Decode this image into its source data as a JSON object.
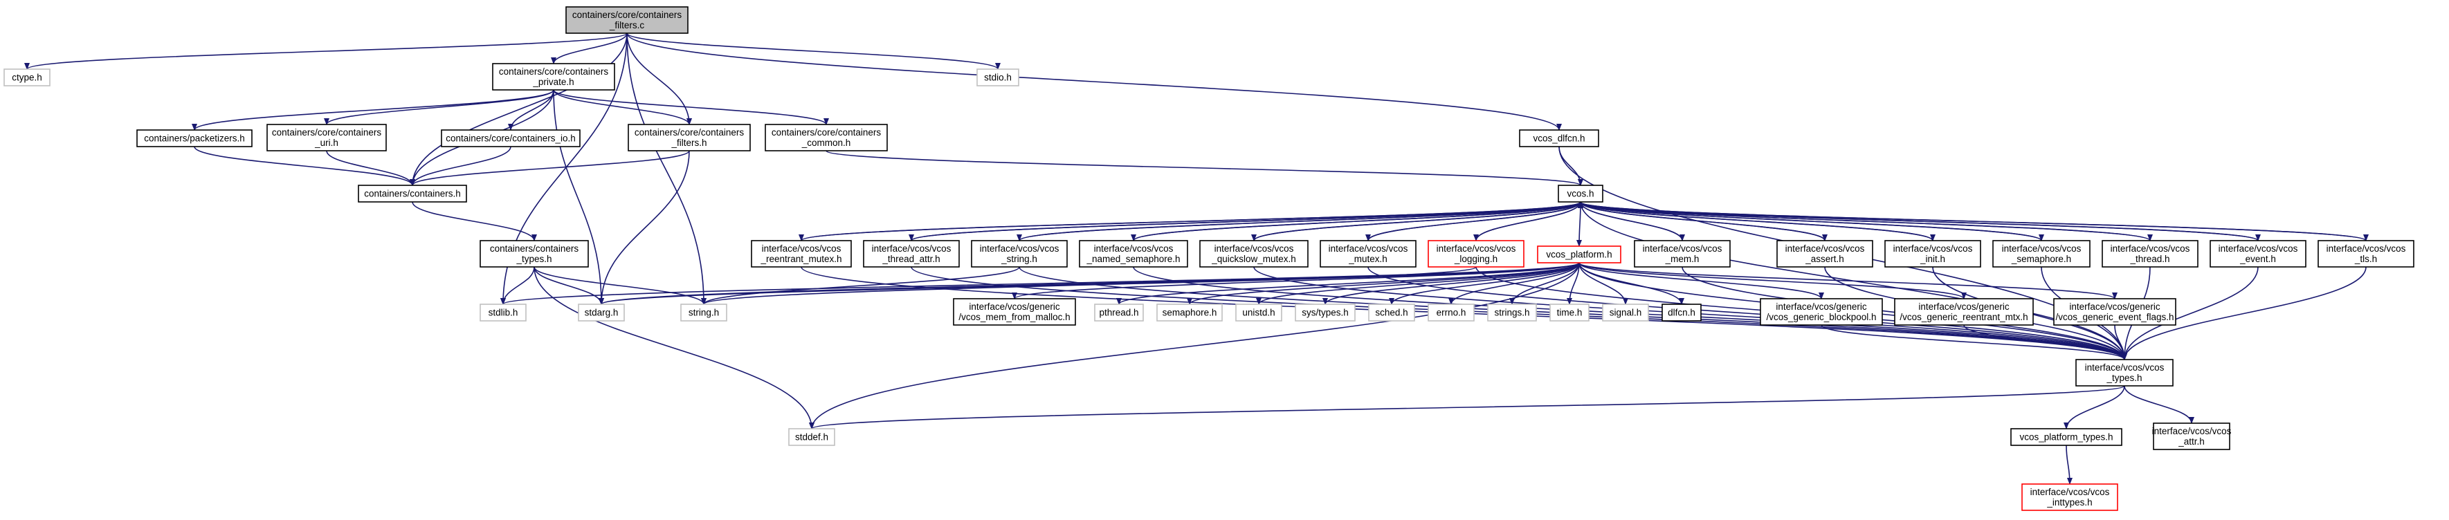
{
  "diagram": {
    "nodes": [
      {
        "id": "root",
        "lines": [
          "containers/core/containers",
          "_filters.c"
        ],
        "style": "root"
      },
      {
        "id": "ctype",
        "lines": [
          "ctype.h"
        ],
        "style": "ext"
      },
      {
        "id": "priv",
        "lines": [
          "containers/core/containers",
          "_private.h"
        ],
        "style": "normal"
      },
      {
        "id": "stdio",
        "lines": [
          "stdio.h"
        ],
        "style": "ext"
      },
      {
        "id": "pack",
        "lines": [
          "containers/packetizers.h"
        ],
        "style": "normal"
      },
      {
        "id": "uri",
        "lines": [
          "containers/core/containers",
          "_uri.h"
        ],
        "style": "normal"
      },
      {
        "id": "io",
        "lines": [
          "containers/core/containers_io.h"
        ],
        "style": "normal"
      },
      {
        "id": "filt",
        "lines": [
          "containers/core/containers",
          "_filters.h"
        ],
        "style": "normal"
      },
      {
        "id": "common",
        "lines": [
          "containers/core/containers",
          "_common.h"
        ],
        "style": "normal"
      },
      {
        "id": "dlfcn_h",
        "lines": [
          "vcos_dlfcn.h"
        ],
        "style": "normal"
      },
      {
        "id": "cont",
        "lines": [
          "containers/containers.h"
        ],
        "style": "normal"
      },
      {
        "id": "vcos",
        "lines": [
          "vcos.h"
        ],
        "style": "normal"
      },
      {
        "id": "ctypes",
        "lines": [
          "containers/containers",
          "_types.h"
        ],
        "style": "normal"
      },
      {
        "id": "reent",
        "lines": [
          "interface/vcos/vcos",
          "_reentrant_mutex.h"
        ],
        "style": "normal"
      },
      {
        "id": "thrattr",
        "lines": [
          "interface/vcos/vcos",
          "_thread_attr.h"
        ],
        "style": "normal"
      },
      {
        "id": "vstring",
        "lines": [
          "interface/vcos/vcos",
          "_string.h"
        ],
        "style": "normal"
      },
      {
        "id": "named",
        "lines": [
          "interface/vcos/vcos",
          "_named_semaphore.h"
        ],
        "style": "normal"
      },
      {
        "id": "quick",
        "lines": [
          "interface/vcos/vcos",
          "_quickslow_mutex.h"
        ],
        "style": "normal"
      },
      {
        "id": "vmutex",
        "lines": [
          "interface/vcos/vcos",
          "_mutex.h"
        ],
        "style": "normal"
      },
      {
        "id": "logging",
        "lines": [
          "interface/vcos/vcos",
          "_logging.h"
        ],
        "style": "red"
      },
      {
        "id": "platform",
        "lines": [
          "vcos_platform.h"
        ],
        "style": "red"
      },
      {
        "id": "vmem",
        "lines": [
          "interface/vcos/vcos",
          "_mem.h"
        ],
        "style": "normal"
      },
      {
        "id": "vassert",
        "lines": [
          "interface/vcos/vcos",
          "_assert.h"
        ],
        "style": "normal"
      },
      {
        "id": "vinit",
        "lines": [
          "interface/vcos/vcos",
          "_init.h"
        ],
        "style": "normal"
      },
      {
        "id": "vsem",
        "lines": [
          "interface/vcos/vcos",
          "_semaphore.h"
        ],
        "style": "normal"
      },
      {
        "id": "vthread",
        "lines": [
          "interface/vcos/vcos",
          "_thread.h"
        ],
        "style": "normal"
      },
      {
        "id": "vevent",
        "lines": [
          "interface/vcos/vcos",
          "_event.h"
        ],
        "style": "normal"
      },
      {
        "id": "vtls",
        "lines": [
          "interface/vcos/vcos",
          "_tls.h"
        ],
        "style": "normal"
      },
      {
        "id": "stdlib",
        "lines": [
          "stdlib.h"
        ],
        "style": "ext"
      },
      {
        "id": "stdarg",
        "lines": [
          "stdarg.h"
        ],
        "style": "ext"
      },
      {
        "id": "string",
        "lines": [
          "string.h"
        ],
        "style": "ext"
      },
      {
        "id": "memmalloc",
        "lines": [
          "interface/vcos/generic",
          "/vcos_mem_from_malloc.h"
        ],
        "style": "normal"
      },
      {
        "id": "pthread",
        "lines": [
          "pthread.h"
        ],
        "style": "ext"
      },
      {
        "id": "semaphore",
        "lines": [
          "semaphore.h"
        ],
        "style": "ext"
      },
      {
        "id": "unistd",
        "lines": [
          "unistd.h"
        ],
        "style": "ext"
      },
      {
        "id": "systypes",
        "lines": [
          "sys/types.h"
        ],
        "style": "ext"
      },
      {
        "id": "sched",
        "lines": [
          "sched.h"
        ],
        "style": "ext"
      },
      {
        "id": "errno",
        "lines": [
          "errno.h"
        ],
        "style": "ext"
      },
      {
        "id": "strings",
        "lines": [
          "strings.h"
        ],
        "style": "ext"
      },
      {
        "id": "time",
        "lines": [
          "time.h"
        ],
        "style": "ext"
      },
      {
        "id": "signal",
        "lines": [
          "signal.h"
        ],
        "style": "ext"
      },
      {
        "id": "dlfcn",
        "lines": [
          "dlfcn.h"
        ],
        "style": "normal"
      },
      {
        "id": "blockpool",
        "lines": [
          "interface/vcos/generic",
          "/vcos_generic_blockpool.h"
        ],
        "style": "normal"
      },
      {
        "id": "reentmtx",
        "lines": [
          "interface/vcos/generic",
          "/vcos_generic_reentrant_mtx.h"
        ],
        "style": "normal"
      },
      {
        "id": "evflags",
        "lines": [
          "interface/vcos/generic",
          "/vcos_generic_event_flags.h"
        ],
        "style": "normal"
      },
      {
        "id": "vtypes",
        "lines": [
          "interface/vcos/vcos",
          "_types.h"
        ],
        "style": "normal"
      },
      {
        "id": "stddef",
        "lines": [
          "stddef.h"
        ],
        "style": "ext"
      },
      {
        "id": "ptypes",
        "lines": [
          "vcos_platform_types.h"
        ],
        "style": "normal"
      },
      {
        "id": "vattr",
        "lines": [
          "interface/vcos/vcos",
          "_attr.h"
        ],
        "style": "normal"
      },
      {
        "id": "inttypes",
        "lines": [
          "interface/vcos/vcos",
          "_inttypes.h"
        ],
        "style": "red"
      }
    ],
    "edges": [
      [
        "root",
        "ctype"
      ],
      [
        "root",
        "priv"
      ],
      [
        "root",
        "stdio"
      ],
      [
        "root",
        "cont"
      ],
      [
        "root",
        "filt"
      ],
      [
        "root",
        "dlfcn_h"
      ],
      [
        "root",
        "stdlib"
      ],
      [
        "root",
        "string"
      ],
      [
        "priv",
        "pack"
      ],
      [
        "priv",
        "uri"
      ],
      [
        "priv",
        "io"
      ],
      [
        "priv",
        "filt"
      ],
      [
        "priv",
        "common"
      ],
      [
        "priv",
        "cont"
      ],
      [
        "priv",
        "stdarg"
      ],
      [
        "pack",
        "cont"
      ],
      [
        "uri",
        "cont"
      ],
      [
        "io",
        "cont"
      ],
      [
        "filt",
        "cont"
      ],
      [
        "filt",
        "stdarg"
      ],
      [
        "common",
        "vcos"
      ],
      [
        "dlfcn_h",
        "vcos"
      ],
      [
        "dlfcn_h",
        "vtypes"
      ],
      [
        "cont",
        "ctypes"
      ],
      [
        "ctypes",
        "stdlib"
      ],
      [
        "ctypes",
        "stdarg"
      ],
      [
        "ctypes",
        "string"
      ],
      [
        "ctypes",
        "stddef"
      ],
      [
        "vcos",
        "reent"
      ],
      [
        "vcos",
        "thrattr"
      ],
      [
        "vcos",
        "vstring"
      ],
      [
        "vcos",
        "named"
      ],
      [
        "vcos",
        "quick"
      ],
      [
        "vcos",
        "vmutex"
      ],
      [
        "vcos",
        "logging"
      ],
      [
        "vcos",
        "platform"
      ],
      [
        "vcos",
        "vmem"
      ],
      [
        "vcos",
        "vassert"
      ],
      [
        "vcos",
        "vinit"
      ],
      [
        "vcos",
        "vsem"
      ],
      [
        "vcos",
        "vthread"
      ],
      [
        "vcos",
        "vevent"
      ],
      [
        "vcos",
        "vtls"
      ],
      [
        "vcos",
        "vtypes"
      ],
      [
        "reent",
        "vcos"
      ],
      [
        "thrattr",
        "vcos"
      ],
      [
        "vstring",
        "vcos"
      ],
      [
        "named",
        "vcos"
      ],
      [
        "quick",
        "vcos"
      ],
      [
        "vmutex",
        "vcos"
      ],
      [
        "logging",
        "vcos"
      ],
      [
        "vmem",
        "vcos"
      ],
      [
        "vassert",
        "vcos"
      ],
      [
        "vinit",
        "vcos"
      ],
      [
        "vsem",
        "vcos"
      ],
      [
        "vthread",
        "vcos"
      ],
      [
        "vevent",
        "vcos"
      ],
      [
        "vtls",
        "vcos"
      ],
      [
        "reent",
        "vtypes"
      ],
      [
        "thrattr",
        "vtypes"
      ],
      [
        "vstring",
        "vtypes"
      ],
      [
        "named",
        "vtypes"
      ],
      [
        "quick",
        "vtypes"
      ],
      [
        "vmutex",
        "vtypes"
      ],
      [
        "logging",
        "vtypes"
      ],
      [
        "vmem",
        "vtypes"
      ],
      [
        "vassert",
        "vtypes"
      ],
      [
        "vinit",
        "vtypes"
      ],
      [
        "vsem",
        "vtypes"
      ],
      [
        "vthread",
        "vtypes"
      ],
      [
        "vevent",
        "vtypes"
      ],
      [
        "vtls",
        "vtypes"
      ],
      [
        "vstring",
        "string"
      ],
      [
        "logging",
        "stdarg"
      ],
      [
        "platform",
        "stdlib"
      ],
      [
        "platform",
        "stdarg"
      ],
      [
        "platform",
        "string"
      ],
      [
        "platform",
        "memmalloc"
      ],
      [
        "platform",
        "pthread"
      ],
      [
        "platform",
        "semaphore"
      ],
      [
        "platform",
        "unistd"
      ],
      [
        "platform",
        "systypes"
      ],
      [
        "platform",
        "sched"
      ],
      [
        "platform",
        "errno"
      ],
      [
        "platform",
        "strings"
      ],
      [
        "platform",
        "time"
      ],
      [
        "platform",
        "signal"
      ],
      [
        "platform",
        "dlfcn"
      ],
      [
        "platform",
        "blockpool"
      ],
      [
        "platform",
        "reentmtx"
      ],
      [
        "platform",
        "evflags"
      ],
      [
        "platform",
        "vtypes"
      ],
      [
        "platform",
        "stddef"
      ],
      [
        "blockpool",
        "vtypes"
      ],
      [
        "reentmtx",
        "vtypes"
      ],
      [
        "evflags",
        "vtypes"
      ],
      [
        "vtypes",
        "stddef"
      ],
      [
        "vtypes",
        "ptypes"
      ],
      [
        "vtypes",
        "vattr"
      ],
      [
        "ptypes",
        "inttypes"
      ]
    ]
  }
}
